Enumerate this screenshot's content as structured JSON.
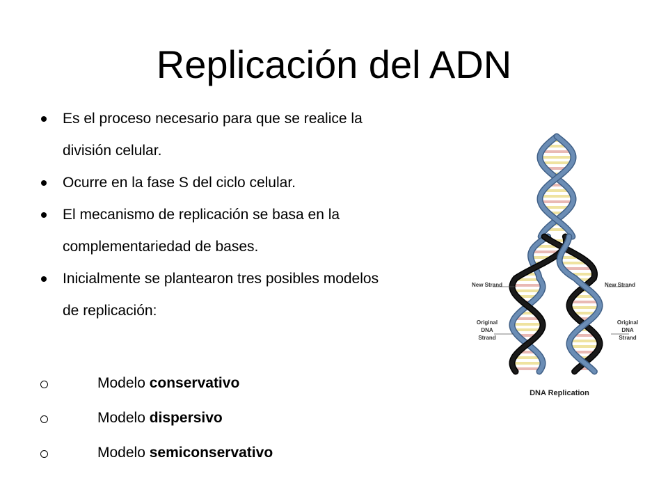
{
  "slide": {
    "title": "Replicación del ADN",
    "bullets": [
      {
        "lines": [
          "Es el proceso necesario para que se realice la",
          "división celular."
        ]
      },
      {
        "lines": [
          "Ocurre en la fase S del ciclo celular."
        ]
      },
      {
        "lines": [
          "El mecanismo de replicación se basa en la",
          "complementariedad de bases."
        ]
      },
      {
        "lines": [
          "Inicialmente se plantearon tres posibles modelos",
          "de replicación:"
        ]
      }
    ],
    "models": [
      {
        "prefix": "Modelo ",
        "name": "conservativo"
      },
      {
        "prefix": "Modelo ",
        "name": "dispersivo"
      },
      {
        "prefix": "Modelo ",
        "name": "semiconservativo"
      }
    ]
  },
  "figure": {
    "label_new_strand_left": "New Strand",
    "label_new_strand_right": "New Strand",
    "label_original_left": [
      "Original",
      "DNA",
      "Strand"
    ],
    "label_original_right": [
      "Original",
      "DNA",
      "Strand"
    ],
    "caption": "DNA Replication",
    "colors": {
      "original_strand": "#6b8db5",
      "original_strand_edge": "#3f5f86",
      "new_strand": "#1a1a1a",
      "base_yellow": "#efe3a0",
      "base_pink": "#e9b9b4"
    }
  }
}
